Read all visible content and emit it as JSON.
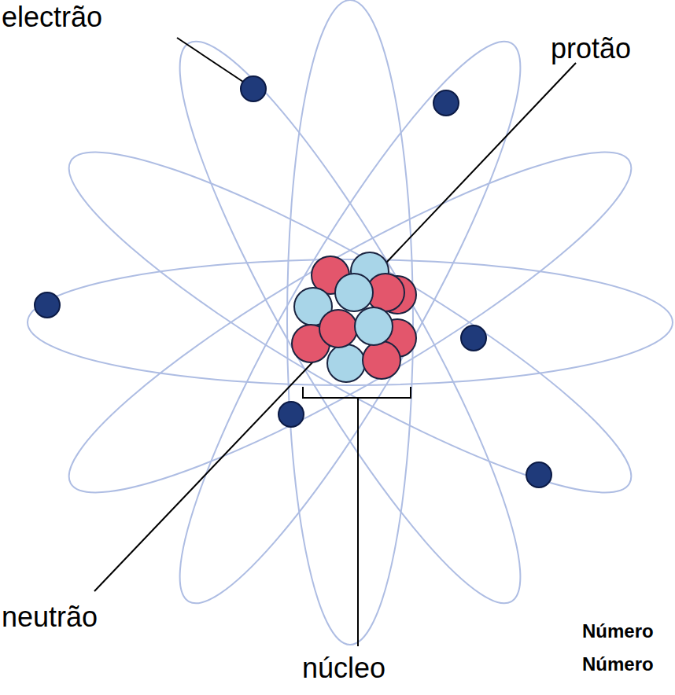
{
  "diagram": {
    "labels": [
      "electrão",
      "protão",
      "neutrão",
      "núcleo",
      "Número",
      "Número"
    ]
  }
}
